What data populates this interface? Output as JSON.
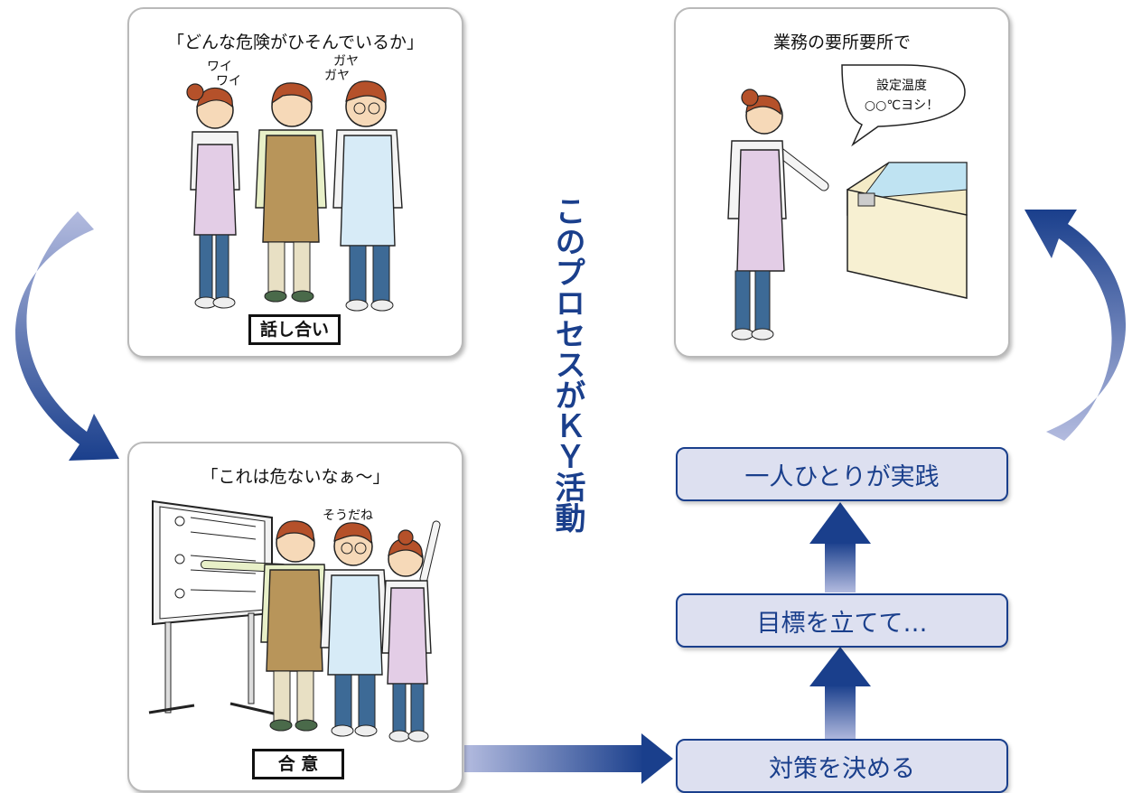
{
  "panels": {
    "discussion": {
      "title": "「どんな危険がひそんでいるか」",
      "chatter_left": [
        "ワイ",
        "ワイ"
      ],
      "chatter_right": [
        "ガヤ",
        "ガヤ"
      ],
      "label": "話し合い"
    },
    "agreement": {
      "title": "「これは危ないなぁ～」",
      "speech": "そうだね",
      "label": "合 意"
    },
    "practice": {
      "title": "業務の要所要所で",
      "bubble_line1": "設定温度",
      "bubble_line2": "○○℃ヨシ！"
    }
  },
  "center_caption": "このプロセスがＫＹ活動",
  "steps": {
    "decide": "対策を決める",
    "goal": "目標を立てて…",
    "practice": "一人ひとりが実践"
  },
  "colors": {
    "arrow_dark": "#1a3f8c",
    "arrow_light": "#a9b1d8",
    "step_fill": "#dde0f0",
    "apron_pink": "#e3cde6",
    "apron_blue": "#d7ebf7",
    "apron_brown": "#b8955a",
    "hair": "#b5512a"
  }
}
